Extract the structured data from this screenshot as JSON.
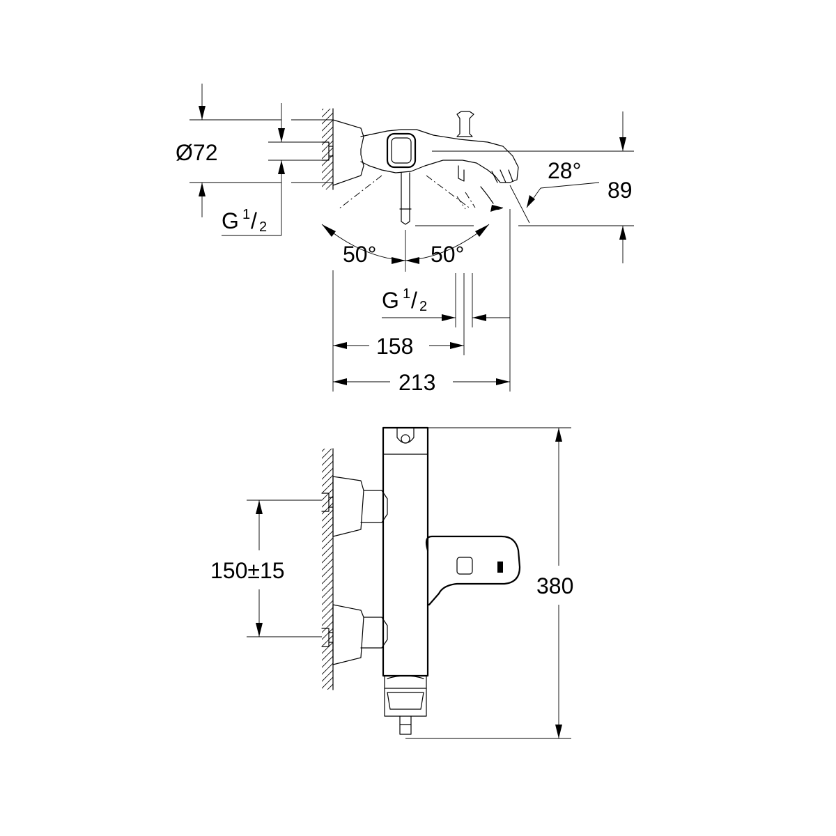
{
  "dimensions": {
    "dia": "Ø72",
    "g_left_main": "G",
    "g_left_num": "1",
    "g_left_den": "/",
    "g_left_den2": "2",
    "angle_spout": "28°",
    "height_spout": "89",
    "angle_left": "50°",
    "angle_right": "50°",
    "g_mid_main": "G",
    "g_mid_num": "1",
    "g_mid_den": "/",
    "g_mid_den2": "2",
    "len_158": "158",
    "len_213": "213",
    "centers": "150±15",
    "height_380": "380"
  }
}
